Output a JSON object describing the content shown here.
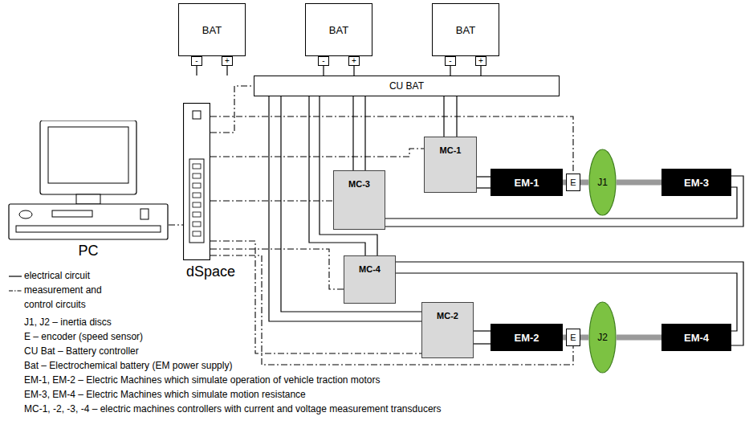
{
  "diagram": {
    "nodes": [
      {
        "text": [
          "BAT"
        ]
      },
      {
        "text": [
          "BAT"
        ]
      },
      {
        "text": [
          "BAT"
        ]
      },
      {
        "text": [
          "CU BAT"
        ]
      },
      {
        "text": [
          "PC"
        ]
      },
      {
        "text": [
          "dSpace"
        ]
      },
      {
        "text": [
          "MC-1"
        ]
      },
      {
        "text": [
          "EM-1"
        ]
      },
      {
        "text": [
          "E"
        ]
      },
      {
        "text": [
          "J1"
        ]
      },
      {
        "text": [
          "EM-3"
        ]
      },
      {
        "text": [
          "MC-3"
        ]
      },
      {
        "text": [
          "MC-4"
        ]
      },
      {
        "text": [
          "MC-2"
        ]
      },
      {
        "text": [
          "EM-2"
        ]
      },
      {
        "text": [
          "E"
        ]
      },
      {
        "text": [
          "J2"
        ]
      },
      {
        "text": [
          "EM-4"
        ]
      }
    ],
    "edges": [
      {
        "from": 0,
        "to": 3,
        "arrow": "none"
      },
      {
        "from": 1,
        "to": 3,
        "arrow": "none"
      },
      {
        "from": 2,
        "to": 3,
        "arrow": "none"
      },
      {
        "from": 3,
        "to": 6,
        "arrow": "none"
      },
      {
        "from": 3,
        "to": 11,
        "arrow": "none"
      },
      {
        "from": 3,
        "to": 12,
        "arrow": "none"
      },
      {
        "from": 3,
        "to": 13,
        "arrow": "none"
      },
      {
        "from": 6,
        "to": 7,
        "arrow": "none"
      },
      {
        "from": 11,
        "to": 10,
        "arrow": "none"
      },
      {
        "from": 12,
        "to": 17,
        "arrow": "none"
      },
      {
        "from": 13,
        "to": 14,
        "arrow": "none"
      },
      {
        "from": 7,
        "to": 8,
        "arrow": "none"
      },
      {
        "from": 8,
        "to": 9,
        "arrow": "none"
      },
      {
        "from": 9,
        "to": 10,
        "arrow": "none"
      },
      {
        "from": 14,
        "to": 15,
        "arrow": "none"
      },
      {
        "from": 15,
        "to": 16,
        "arrow": "none"
      },
      {
        "from": 16,
        "to": 17,
        "arrow": "none"
      },
      {
        "from": 4,
        "to": 5,
        "arrow": "none"
      },
      {
        "from": 5,
        "to": 3,
        "arrow": "none"
      },
      {
        "from": 5,
        "to": 6,
        "arrow": "none"
      },
      {
        "from": 5,
        "to": 11,
        "arrow": "none"
      },
      {
        "from": 5,
        "to": 12,
        "arrow": "none"
      },
      {
        "from": 5,
        "to": 13,
        "arrow": "none"
      },
      {
        "from": 5,
        "to": 8,
        "arrow": "none"
      },
      {
        "from": 5,
        "to": 15,
        "arrow": "none"
      }
    ],
    "labels": [
      "-",
      "+",
      "-",
      "+",
      "-",
      "+",
      "J1, J2 – inertia discs",
      "E – encoder (speed sensor)",
      "CU Bat – Battery controller",
      "Bat – Electrochemical battery (EM power supply)",
      "EM-1, EM-2 – Electric Machines which simulate operation of vehicle traction motors",
      "EM-3, EM-4 – Electric Machines which simulate motion resistance",
      "MC-1, -2, -3, -4 – electric machines controllers with current and voltage measurement transducers"
    ],
    "legend": [
      {
        "text": "electrical circuit"
      },
      {
        "text": "measurement and control circuits"
      }
    ]
  }
}
